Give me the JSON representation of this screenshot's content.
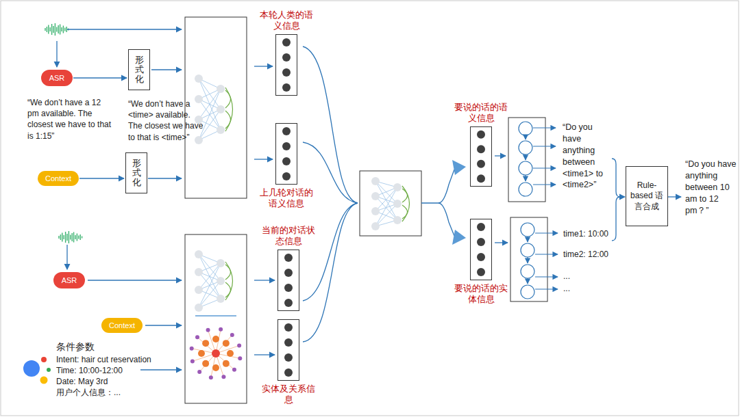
{
  "diagram": {
    "nodes": [
      {
        "text": [
          "ASR"
        ]
      },
      {
        "text": [
          "形式化"
        ]
      },
      {
        "text": [
          "Context"
        ]
      },
      {
        "text": [
          "形式化"
        ]
      },
      {
        "text": [
          "本轮人类的语义信息"
        ]
      },
      {
        "text": [
          "上几轮对话的语义信息"
        ]
      },
      {
        "text": [
          "ASR"
        ]
      },
      {
        "text": [
          "Context"
        ]
      },
      {
        "text": [
          "当前的对话状态信息"
        ]
      },
      {
        "text": [
          "实体及关系信息"
        ]
      },
      {
        "text": [
          "要说的话的语义信息"
        ]
      },
      {
        "text": [
          "要说的话的实体信息"
        ]
      },
      {
        "text": [
          "Rule-based 语言合成"
        ]
      }
    ],
    "edges": [
      {
        "from": 0,
        "to": 1,
        "arrow": "to"
      },
      {
        "from": 2,
        "to": 3,
        "arrow": "to"
      }
    ],
    "labels": [
      "“We don’t have a 12 pm available. The closest we have to that is 1:15”",
      "“We don’t have a <time> available. The closest we have to that is <time>”",
      "条件参数",
      "Intent: hair cut reservation",
      "Time: 10:00-12:00",
      "Date: May 3rd",
      "用户个人信息：...",
      "“Do you have anything between <time1> to <time2>”",
      "time1: 10:00",
      "time2: 12:00",
      "...",
      "...",
      "“Do you have anything between 10 am to 12 pm？”"
    ]
  }
}
